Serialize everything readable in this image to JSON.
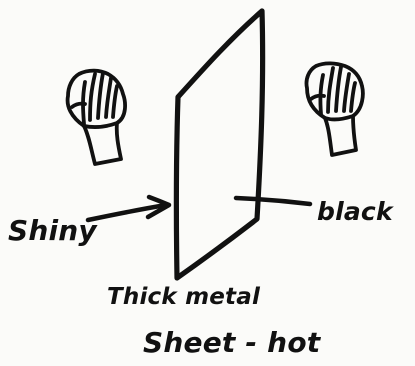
{
  "labels": {
    "shiny": "Shiny",
    "black": "black",
    "caption_line_1": "Thick metal",
    "caption_line_2": "Sheet - hot"
  },
  "icons": {
    "left_hand": "hand-icon",
    "right_hand": "hand-icon"
  },
  "colors": {
    "ink": "#111111",
    "paper": "#fbfbf9"
  }
}
